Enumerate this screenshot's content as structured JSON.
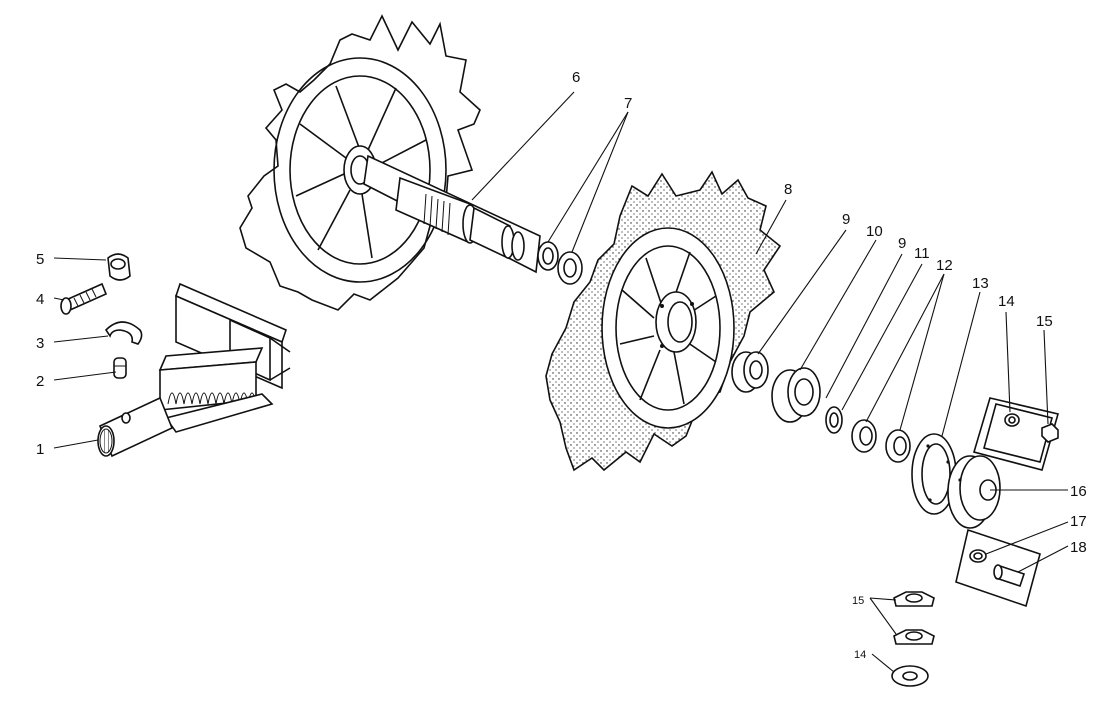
{
  "callouts": {
    "c1": "1",
    "c2": "2",
    "c3": "3",
    "c4": "4",
    "c5": "5",
    "c6": "6",
    "c7": "7",
    "c8": "8",
    "c9a": "9",
    "c10": "10",
    "c9b": "9",
    "c11": "11",
    "c12": "12",
    "c13": "13",
    "c14a": "14",
    "c15a": "15",
    "c16": "16",
    "c17": "17",
    "c18": "18",
    "c15b": "15",
    "c14b": "14"
  }
}
